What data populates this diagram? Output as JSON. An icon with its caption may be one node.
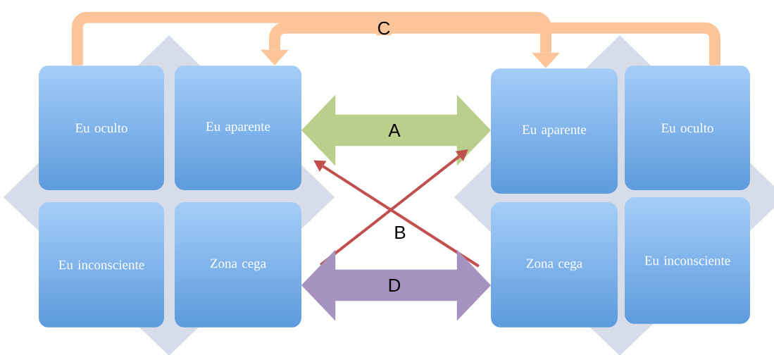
{
  "diagram": {
    "nodes": [
      {
        "text": [
          "Eu oculto"
        ]
      },
      {
        "text": [
          "Eu aparente"
        ]
      },
      {
        "text": [
          "Eu inconsciente"
        ]
      },
      {
        "text": [
          "Zona cega"
        ]
      },
      {
        "text": [
          "Eu aparente"
        ]
      },
      {
        "text": [
          "Eu oculto"
        ]
      },
      {
        "text": [
          "Zona cega"
        ]
      },
      {
        "text": [
          "Eu inconsciente"
        ]
      }
    ],
    "edges": [
      {
        "from": 1,
        "to": 4,
        "arrow": "both",
        "label": "A",
        "style": "thick",
        "color": "#b9cf8b"
      },
      {
        "from": 3,
        "to": 4,
        "arrow": "to",
        "label": "B",
        "color": "#c0504d"
      },
      {
        "from": 6,
        "to": 1,
        "arrow": "to",
        "color": "#c0504d"
      },
      {
        "from": 0,
        "to": 4,
        "arrow": "to",
        "label": "C",
        "style": "thick",
        "color": "#fbc599"
      },
      {
        "from": 5,
        "to": 1,
        "arrow": "to",
        "style": "thick",
        "color": "#fbc599"
      },
      {
        "from": 3,
        "to": 6,
        "arrow": "both",
        "label": "D",
        "style": "thick",
        "color": "#a692be"
      }
    ]
  }
}
